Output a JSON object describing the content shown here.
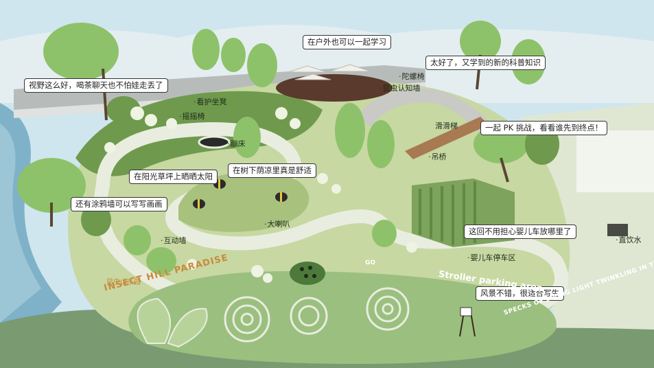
{
  "bubbles": {
    "b1": "在户外也可以一起学习",
    "b2": "太好了，又学到的新的科普知识",
    "b3": "视野这么好，喝茶聊天也不怕娃走丢了",
    "b4": "一起 PK 挑战，看看谁先到终点！",
    "b5": "在阳光草坪上晒晒太阳",
    "b6": "在树下荫凉里真是舒适",
    "b7": "还有涂鸦墙可以写写画画",
    "b8": "这回不用担心婴儿车放哪里了",
    "b9": "风景不错，很适合写生"
  },
  "labels": {
    "gyro": "陀螺椅",
    "insect_wall": "昆虫认知墙",
    "guard_bench": "看护坐凳",
    "rocking": "摇摇椅",
    "slide": "滑滑梯",
    "trampoline": "蹦床",
    "bridge": "吊桥",
    "horn": "大喇叭",
    "interactive_wall": "互动墙",
    "stroller_area": "婴儿车停车区",
    "water": "直饮水"
  },
  "ground": {
    "paradise_cn": "昆虫山乐园",
    "paradise_en": "INSECT HILL PARADISE",
    "stroller_en": "Stroller parking area",
    "speckle": "SPECKS OF LIVING LIGHT TWINKLING IN THE PARK",
    "small_sign": "GO"
  },
  "colors": {
    "sky": "#cfe6ee",
    "grass_light": "#c7d8a2",
    "grass_dark": "#6f9a4d",
    "path": "#e9ede0",
    "lawn": "#a8c27e",
    "tree": "#8ec26a",
    "deck": "#5a3a2c"
  }
}
